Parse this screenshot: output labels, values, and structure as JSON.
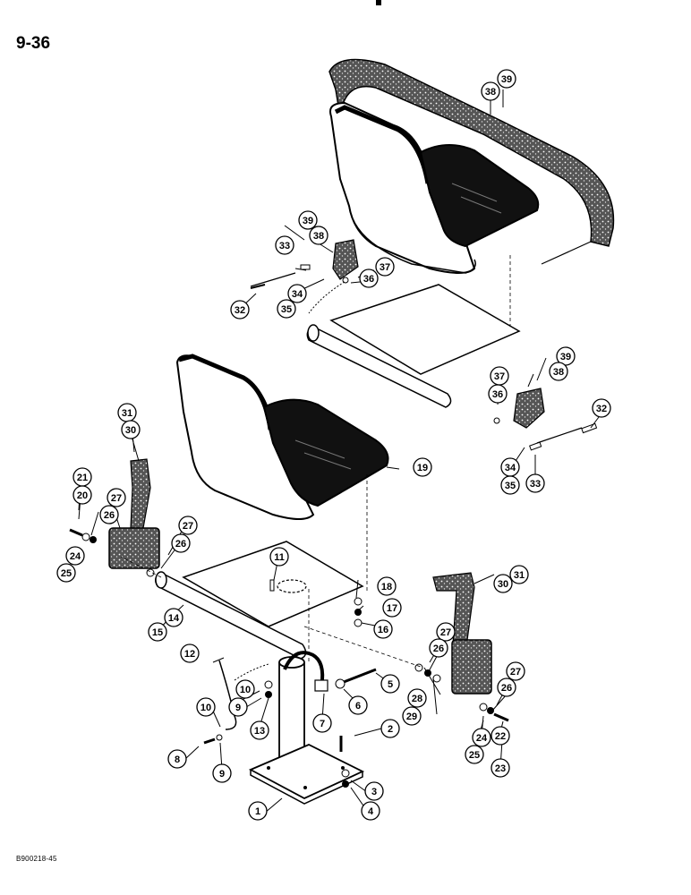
{
  "header": {
    "page_number": "9-36"
  },
  "footer": {
    "figure_code": "B900218-45"
  },
  "colors": {
    "ink": "#000000",
    "paper": "#ffffff",
    "fabric": "#6b6b6b"
  },
  "callouts": [
    {
      "id": "c39a",
      "label": "39"
    },
    {
      "id": "c38a",
      "label": "38"
    },
    {
      "id": "c39b",
      "label": "39"
    },
    {
      "id": "c38b",
      "label": "38"
    },
    {
      "id": "c33a",
      "label": "33"
    },
    {
      "id": "c37a",
      "label": "37"
    },
    {
      "id": "c36a",
      "label": "36"
    },
    {
      "id": "c34a",
      "label": "34"
    },
    {
      "id": "c35a",
      "label": "35"
    },
    {
      "id": "c32a",
      "label": "32"
    },
    {
      "id": "c39c",
      "label": "39"
    },
    {
      "id": "c38c",
      "label": "38"
    },
    {
      "id": "c37b",
      "label": "37"
    },
    {
      "id": "c36b",
      "label": "36"
    },
    {
      "id": "c32b",
      "label": "32"
    },
    {
      "id": "c34b",
      "label": "34"
    },
    {
      "id": "c35b",
      "label": "35"
    },
    {
      "id": "c33b",
      "label": "33"
    },
    {
      "id": "c19",
      "label": "19"
    },
    {
      "id": "c31a",
      "label": "31"
    },
    {
      "id": "c30a",
      "label": "30"
    },
    {
      "id": "c21a",
      "label": "21"
    },
    {
      "id": "c20a",
      "label": "20"
    },
    {
      "id": "c27a",
      "label": "27"
    },
    {
      "id": "c26a",
      "label": "26"
    },
    {
      "id": "c24a",
      "label": "24"
    },
    {
      "id": "c25a",
      "label": "25"
    },
    {
      "id": "c27b",
      "label": "27"
    },
    {
      "id": "c26b",
      "label": "26"
    },
    {
      "id": "c11",
      "label": "11"
    },
    {
      "id": "c18",
      "label": "18"
    },
    {
      "id": "c17",
      "label": "17"
    },
    {
      "id": "c16",
      "label": "16"
    },
    {
      "id": "c14",
      "label": "14"
    },
    {
      "id": "c15",
      "label": "15"
    },
    {
      "id": "c31b",
      "label": "31"
    },
    {
      "id": "c30b",
      "label": "30"
    },
    {
      "id": "c12",
      "label": "12"
    },
    {
      "id": "c10a",
      "label": "10"
    },
    {
      "id": "c9a",
      "label": "9"
    },
    {
      "id": "c13",
      "label": "13"
    },
    {
      "id": "c7",
      "label": "7"
    },
    {
      "id": "c6",
      "label": "6"
    },
    {
      "id": "c5",
      "label": "5"
    },
    {
      "id": "c27c",
      "label": "27"
    },
    {
      "id": "c26c",
      "label": "26"
    },
    {
      "id": "c28",
      "label": "28"
    },
    {
      "id": "c29",
      "label": "29"
    },
    {
      "id": "c27d",
      "label": "27"
    },
    {
      "id": "c26d",
      "label": "26"
    },
    {
      "id": "c10b",
      "label": "10"
    },
    {
      "id": "c2",
      "label": "2"
    },
    {
      "id": "c8",
      "label": "8"
    },
    {
      "id": "c9b",
      "label": "9"
    },
    {
      "id": "c24b",
      "label": "24"
    },
    {
      "id": "c22",
      "label": "22"
    },
    {
      "id": "c25b",
      "label": "25"
    },
    {
      "id": "c23",
      "label": "23"
    },
    {
      "id": "c3",
      "label": "3"
    },
    {
      "id": "c1",
      "label": "1"
    },
    {
      "id": "c4",
      "label": "4"
    }
  ]
}
